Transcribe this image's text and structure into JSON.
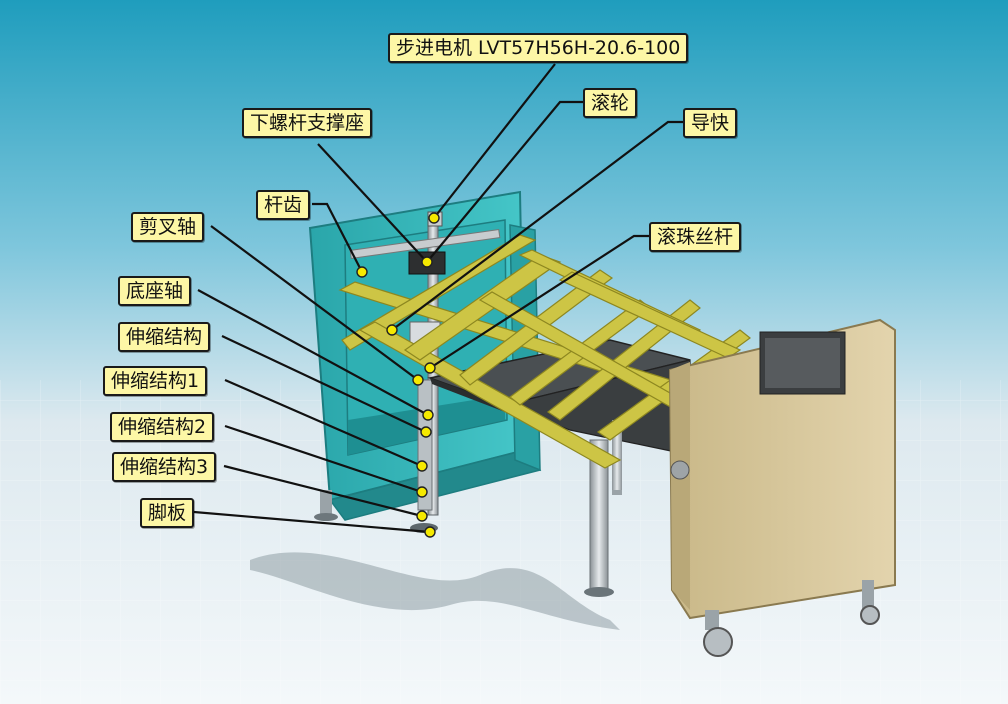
{
  "diagram": {
    "labels": {
      "motor": "步进电机 LVT57H56H-20.6-100",
      "roller": "滚轮",
      "guide": "导快",
      "lower_screw_support": "下螺杆支撑座",
      "rod_teeth": "杆齿",
      "scissor_shaft": "剪叉轴",
      "ball_screw": "滚珠丝杆",
      "base_shaft": "底座轴",
      "telescopic": "伸缩结构",
      "telescopic_1": "伸缩结构1",
      "telescopic_2": "伸缩结构2",
      "telescopic_3": "伸缩结构3",
      "foot_plate": "脚板"
    },
    "colors": {
      "background_top": "#2ea3c2",
      "background_bottom": "#eef5f9",
      "cyan_frame": "#34b8bb",
      "gold_scissor": "#c9c13f",
      "tan_board": "#d9c9a0",
      "dark_deck": "#3f4345",
      "callout_fill": "#fdf7a6",
      "marker": "#f5e900"
    }
  }
}
